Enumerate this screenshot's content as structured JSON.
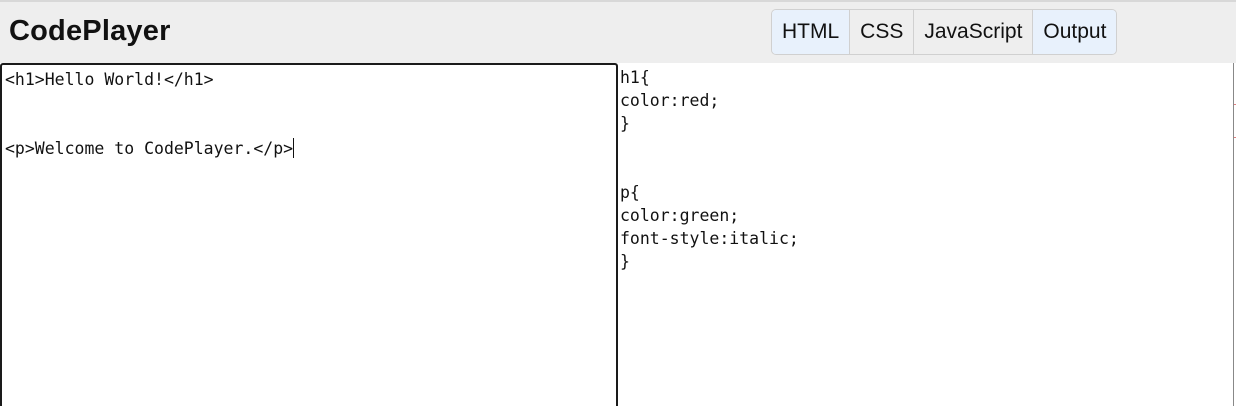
{
  "app": {
    "title": "CodePlayer"
  },
  "toolbar": {
    "buttons": [
      {
        "label": "HTML",
        "active": true
      },
      {
        "label": "CSS",
        "active": false
      },
      {
        "label": "JavaScript",
        "active": false
      },
      {
        "label": "Output",
        "active": true
      }
    ]
  },
  "editors": {
    "html": {
      "lines": [
        "<h1>Hello World!</h1>",
        "",
        "",
        "<p>Welcome to CodePlayer.</p>"
      ]
    },
    "css": {
      "lines": [
        "h1{",
        "color:red;",
        "}",
        "",
        "",
        "p{",
        "color:green;",
        "font-style:italic;",
        "}"
      ]
    }
  },
  "colors": {
    "topbar_bg": "#eeeeee",
    "active_button_bg": "#e8f1fc",
    "editor_border": "#1a1a1a"
  }
}
